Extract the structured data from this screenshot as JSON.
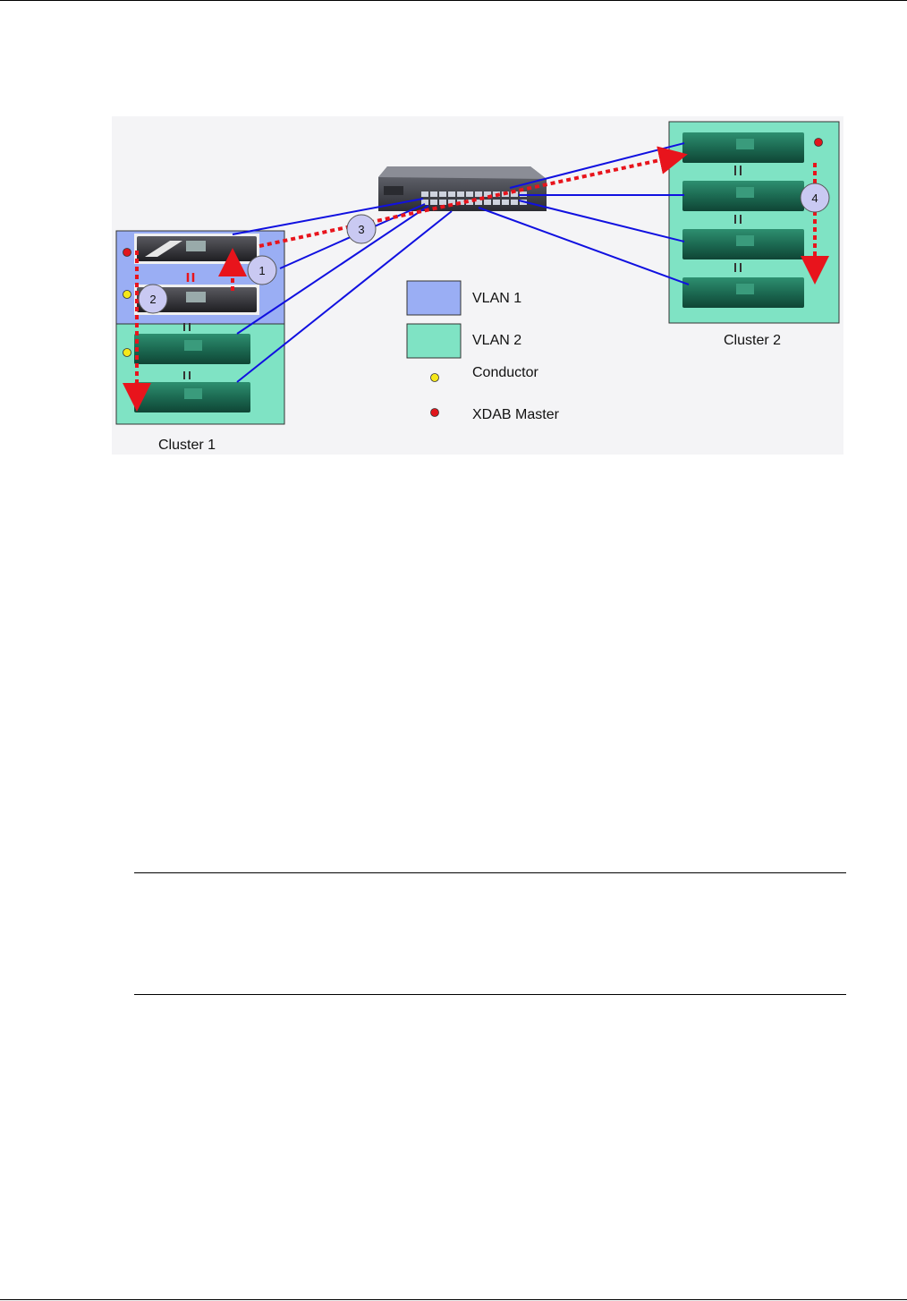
{
  "diagram": {
    "clusters": [
      {
        "label": "Cluster 1"
      },
      {
        "label": "Cluster 2"
      }
    ],
    "legend": [
      {
        "label": "VLAN 1",
        "color": "#9aaef4"
      },
      {
        "label": "VLAN 2",
        "color": "#7fe3c4"
      },
      {
        "label": "Conductor",
        "color": "#f6e81a"
      },
      {
        "label": "XDAB Master",
        "color": "#e0161c"
      }
    ],
    "steps": [
      "1",
      "2",
      "3",
      "4"
    ],
    "colors": {
      "link": "#1010e0",
      "xdab_path": "#e8141c",
      "step_badge": "#c9c9f2",
      "background": "#f4f4f6"
    }
  }
}
